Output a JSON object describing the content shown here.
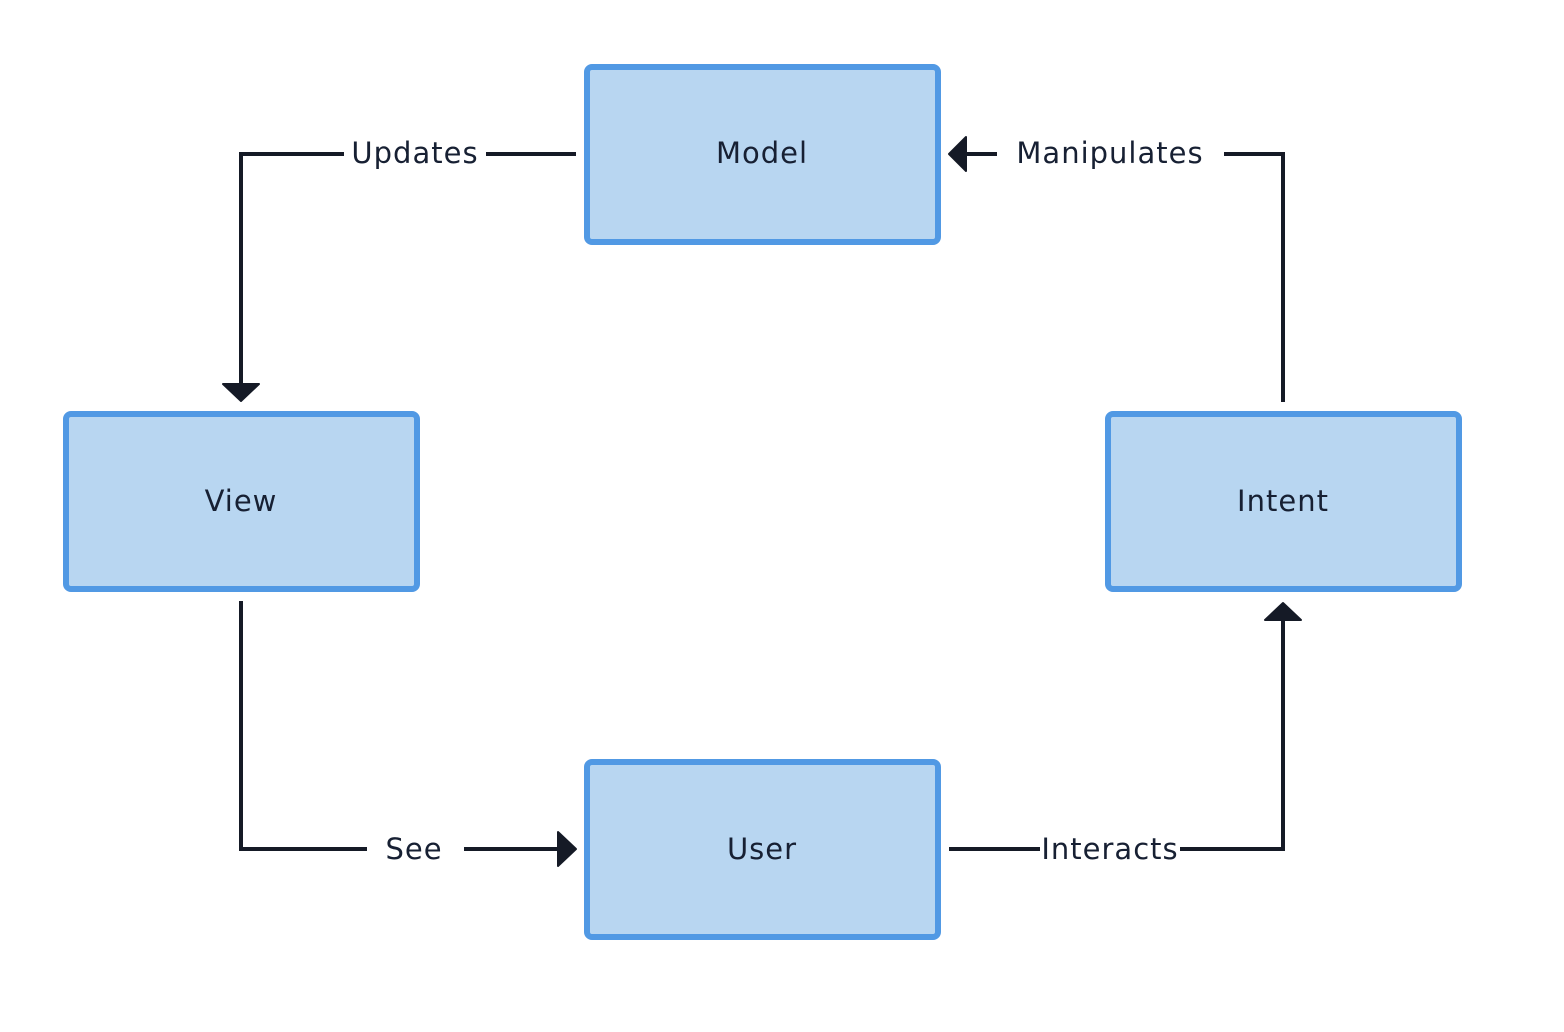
{
  "nodes": {
    "model": "Model",
    "view": "View",
    "intent": "Intent",
    "user": "User"
  },
  "edges": {
    "updates": "Updates",
    "manipulates": "Manipulates",
    "see": "See",
    "interacts": "Interacts"
  },
  "colors": {
    "node_fill": "#b8d6f1",
    "node_border": "#5199e4",
    "line": "#151a26",
    "text": "#172033"
  }
}
